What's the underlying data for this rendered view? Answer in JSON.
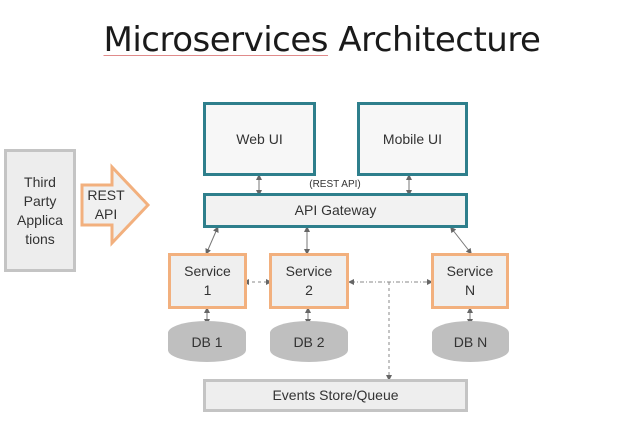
{
  "title": {
    "part1": "Microservices",
    "part2": " Architecture"
  },
  "external": {
    "label_lines": [
      "Third",
      "Party",
      "Applica",
      "tions"
    ]
  },
  "arrow": {
    "label_lines": [
      "REST",
      "API"
    ]
  },
  "clients": {
    "web": "Web UI",
    "mobile": "Mobile UI"
  },
  "rest_api_label": "(REST API)",
  "gateway": "API Gateway",
  "services": [
    {
      "line1": "Service",
      "line2": "1"
    },
    {
      "line1": "Service",
      "line2": "2"
    },
    {
      "line1": "Service",
      "line2": "N"
    }
  ],
  "databases": [
    "DB 1",
    "DB 2",
    "DB N"
  ],
  "events": "Events Store/Queue",
  "colors": {
    "teal": "#2e7f8c",
    "orange": "#f2b07e",
    "grey_border": "#c4c4c4",
    "db_fill": "#bfbfbf"
  }
}
